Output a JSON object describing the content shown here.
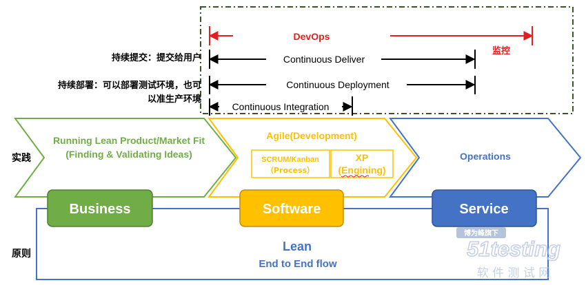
{
  "labels": {
    "devops": "DevOps",
    "monitor": "监控",
    "continuous_deliver": "Continuous Deliver",
    "continuous_deployment": "Continuous Deployment",
    "continuous_integration": "Continuous Integration",
    "commit_label": "持续提交：提交给用户",
    "deploy_label_line1": "持续部署：可以部署测试环境，也可",
    "deploy_label_line2": "以准生产环境",
    "practice": "实践",
    "principle": "原则"
  },
  "stages": {
    "lean_product_line1": "Running Lean Product/Market Fit",
    "lean_product_line2": "(Finding & Validating Ideas)",
    "agile": "Agile(Development)",
    "scrum_line1": "SCRUM/Kanban",
    "scrum_line2": "（Process）",
    "xp_line1": "XP",
    "xp_line2": "(Engining)",
    "operations": "Operations"
  },
  "boxes": {
    "business": "Business",
    "software": "Software",
    "service": "Service"
  },
  "bottom": {
    "lean": "Lean",
    "end_to_end": "End to End flow"
  },
  "watermark": {
    "top": "博为峰旗下",
    "brand": "51testing",
    "sub": "软 件 测 试 网"
  },
  "colors": {
    "green": "#70AD47",
    "orange": "#FFC000",
    "blue": "#4472C4",
    "red": "#E02020",
    "dashed_border": "#375623"
  }
}
